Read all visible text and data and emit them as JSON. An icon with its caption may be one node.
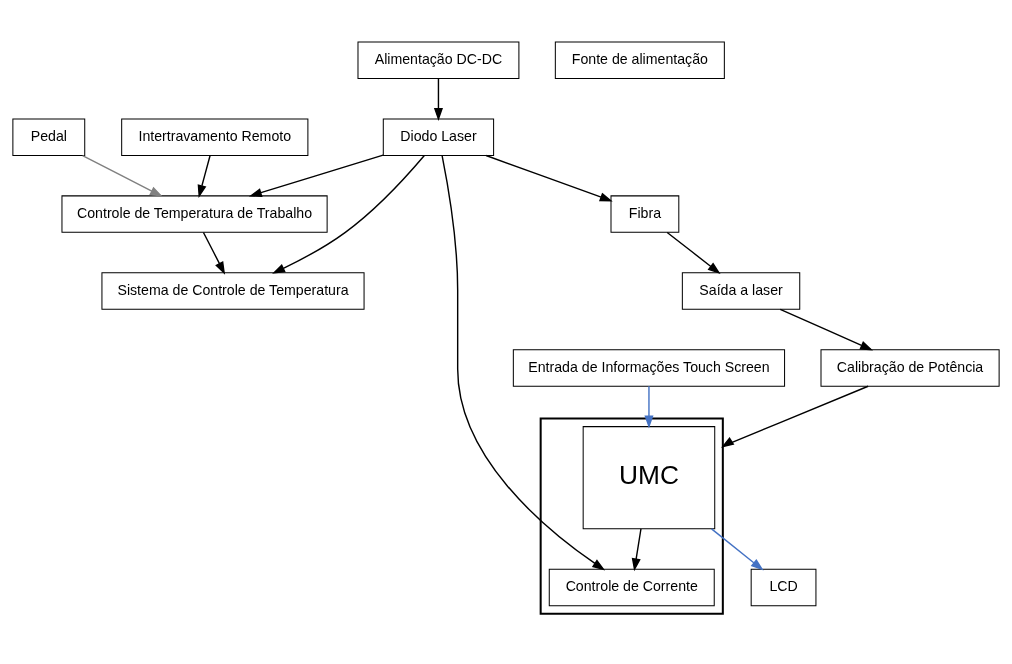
{
  "diagram": {
    "nodes": [
      {
        "text": [
          "Pedal"
        ]
      },
      {
        "text": [
          "Intertravamento Remoto"
        ]
      },
      {
        "text": [],
        "shape": "box"
      },
      {
        "text": [
          "UMC"
        ],
        "in": 2
      },
      {
        "text": [
          "Controle de Corrente"
        ],
        "in": 2
      },
      {
        "text": [
          "LCD"
        ]
      },
      {
        "text": [
          "Entrada de Informações Touch Screen"
        ]
      },
      {
        "text": [
          "Calibração de Potência"
        ]
      },
      {
        "text": [
          "Fibra"
        ]
      },
      {
        "text": [
          "Saída a laser"
        ]
      },
      {
        "text": [
          "Fonte de alimentação"
        ]
      },
      {
        "text": [
          "Alimentação DC-DC"
        ]
      },
      {
        "text": [
          "Diodo Laser"
        ]
      },
      {
        "text": [
          "Controle de Temperatura de Trabalho"
        ]
      },
      {
        "text": [
          "Sistema de Controle de Temperatura"
        ]
      }
    ],
    "edges": [
      {
        "from": 0,
        "to": 13,
        "arrow": "to",
        "color": "#808080"
      },
      {
        "from": 1,
        "to": 13,
        "arrow": "to"
      },
      {
        "from": 3,
        "to": 5,
        "arrow": "to",
        "color": "#4472c4"
      },
      {
        "from": 6,
        "to": 3,
        "arrow": "to",
        "color": "#4472c4"
      },
      {
        "from": 3,
        "to": 4,
        "arrow": "to"
      },
      {
        "from": 7,
        "to": 2,
        "arrow": "to"
      },
      {
        "from": 9,
        "to": 7,
        "arrow": "to"
      },
      {
        "from": 8,
        "to": 9,
        "arrow": "to"
      },
      {
        "from": 12,
        "to": 8,
        "arrow": "to"
      },
      {
        "from": 12,
        "to": 4,
        "arrow": "to"
      },
      {
        "from": 11,
        "to": 12,
        "arrow": "to"
      },
      {
        "from": 12,
        "to": 13,
        "arrow": "to"
      },
      {
        "from": 12,
        "to": 14,
        "arrow": "to"
      },
      {
        "from": 13,
        "to": 14,
        "arrow": "to"
      }
    ]
  }
}
